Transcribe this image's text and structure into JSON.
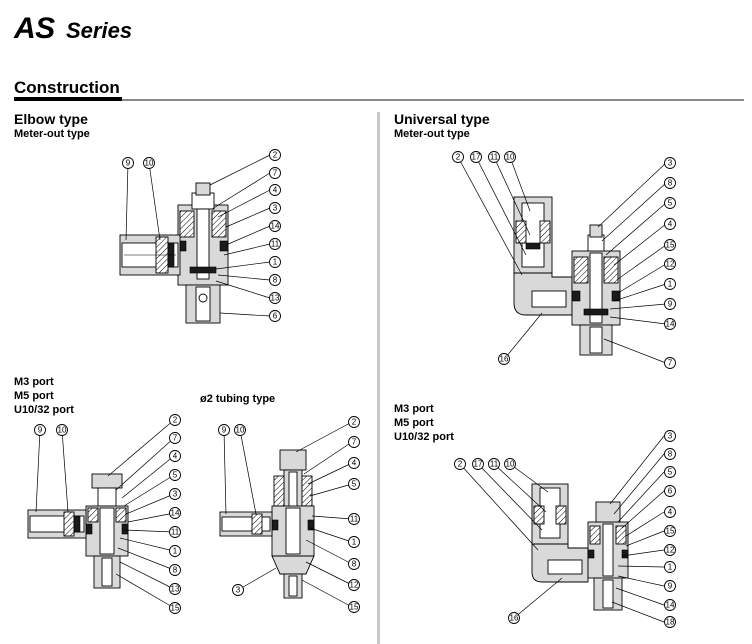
{
  "header": {
    "series_prefix": "AS",
    "series_word": "Series"
  },
  "section": {
    "title": "Construction"
  },
  "left": {
    "title": "Elbow type",
    "subtitle": "Meter-out type",
    "ports_lines": [
      "M3 port",
      "M5 port",
      "U10/32 port"
    ],
    "tubing_label": "ø2 tubing type"
  },
  "right": {
    "title": "Universal type",
    "subtitle": "Meter-out type",
    "ports_lines": [
      "M3 port",
      "M5 port",
      "U10/32 port"
    ]
  },
  "figures": {
    "elbow_main": {
      "left_callouts": [
        "9",
        "10"
      ],
      "right_callouts": [
        "2",
        "7",
        "4",
        "3",
        "14",
        "11",
        "1",
        "8",
        "13",
        "6"
      ]
    },
    "elbow_port": {
      "left_callouts": [
        "9",
        "10"
      ],
      "right_callouts": [
        "2",
        "7",
        "4",
        "5",
        "3",
        "14",
        "11",
        "1",
        "8",
        "13",
        "15"
      ]
    },
    "elbow_tubing": {
      "left_callouts": [
        "9",
        "10"
      ],
      "right_callouts": [
        "2",
        "7",
        "4",
        "5",
        "11",
        "1",
        "8",
        "12",
        "15"
      ],
      "bottom_callout": "3"
    },
    "universal_main": {
      "top_callouts": [
        "2",
        "17",
        "11",
        "10"
      ],
      "right_callouts": [
        "3",
        "8",
        "5",
        "4",
        "15",
        "12",
        "1",
        "9",
        "14",
        "7"
      ],
      "bottom_callout": "16"
    },
    "universal_port": {
      "top_callouts": [
        "2",
        "17",
        "11",
        "10"
      ],
      "right_callouts": [
        "3",
        "8",
        "5",
        "6",
        "4",
        "15",
        "12",
        "1",
        "9",
        "14",
        "18"
      ],
      "bottom_callout": "16"
    }
  }
}
